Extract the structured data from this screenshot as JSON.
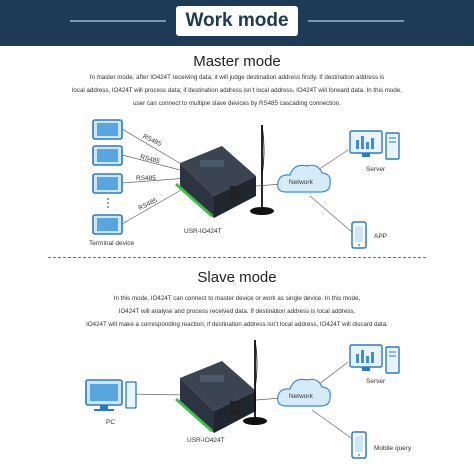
{
  "header": {
    "title": "Work mode"
  },
  "master": {
    "title": "Master mode",
    "lines": [
      "In master mode, after IO424T receiving data, it will judge destination address firstly. If destination address is",
      "local address, IO424T will process data; if destination address isn’t local address, IO424T will forward data. In this mode,",
      "user can connect to multiple slave devices by RS485 cascading connection."
    ],
    "rs485_labels": [
      "RS485",
      "RS485",
      "RS485",
      "RS485"
    ],
    "terminal_label": "Terminal device",
    "device_label": "USR-IO424T",
    "network_label": "Network",
    "server_label": "Server",
    "app_label": "APP"
  },
  "slave": {
    "title": "Slave mode",
    "lines": [
      "In this mode, IO424T can connect to master device or work as single device. In this mode,",
      "IO424T will analyse and process received data. If destination address is local address,",
      "IO424T will make a corresponding reaction; if destination address isn’t local address, IO424T will discard data."
    ],
    "pc_label": "PC",
    "device_label": "USR-IO424T",
    "network_label": "Network",
    "server_label": "Server",
    "mobile_label": "Mobile query"
  },
  "colors": {
    "header_bg": "#1d3a57",
    "accent": "#3a8fd6",
    "cloud": "#cfe6f7",
    "device": "#2b3440",
    "terminal": "#58a6e0"
  }
}
